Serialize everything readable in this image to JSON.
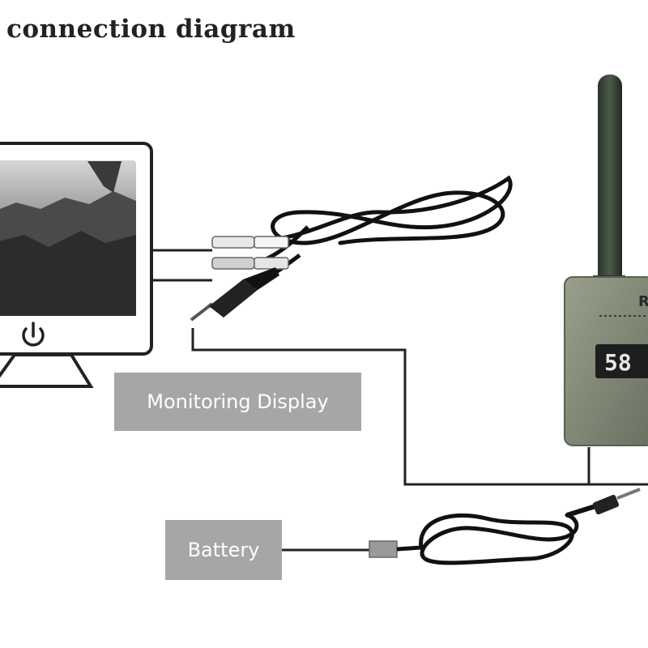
{
  "title": "connection diagram",
  "labels": {
    "monitoring_display": "Monitoring Display",
    "battery": "Battery"
  },
  "receiver": {
    "display_text": "58",
    "logo_text": "R"
  },
  "colors": {
    "label_bg": "#a6a6a6",
    "connector_line": "#222222",
    "receiver_body": "#7d8670",
    "lcd_bg": "#1e1e1e",
    "lcd_text": "#e6e6e6"
  }
}
